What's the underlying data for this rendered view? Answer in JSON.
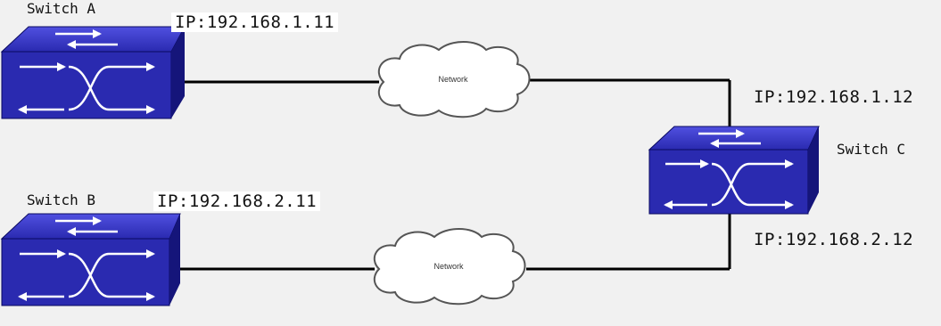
{
  "diagram": {
    "switch_a": {
      "name": "Switch A",
      "ip": "IP:192.168.1.11"
    },
    "switch_b": {
      "name": "Switch B",
      "ip": "IP:192.168.2.11"
    },
    "switch_c": {
      "name": "Switch C",
      "ip_top": "IP:192.168.1.12",
      "ip_bottom": "IP:192.168.2.12"
    },
    "cloud_top": {
      "label": "Network"
    },
    "cloud_bottom": {
      "label": "Network"
    },
    "colors": {
      "switch_face": "#2a2ab0",
      "switch_top": "#3535c8",
      "switch_side": "#15157a",
      "line": "#000000",
      "cloud_fill": "#ffffff",
      "cloud_stroke": "#555555"
    }
  }
}
